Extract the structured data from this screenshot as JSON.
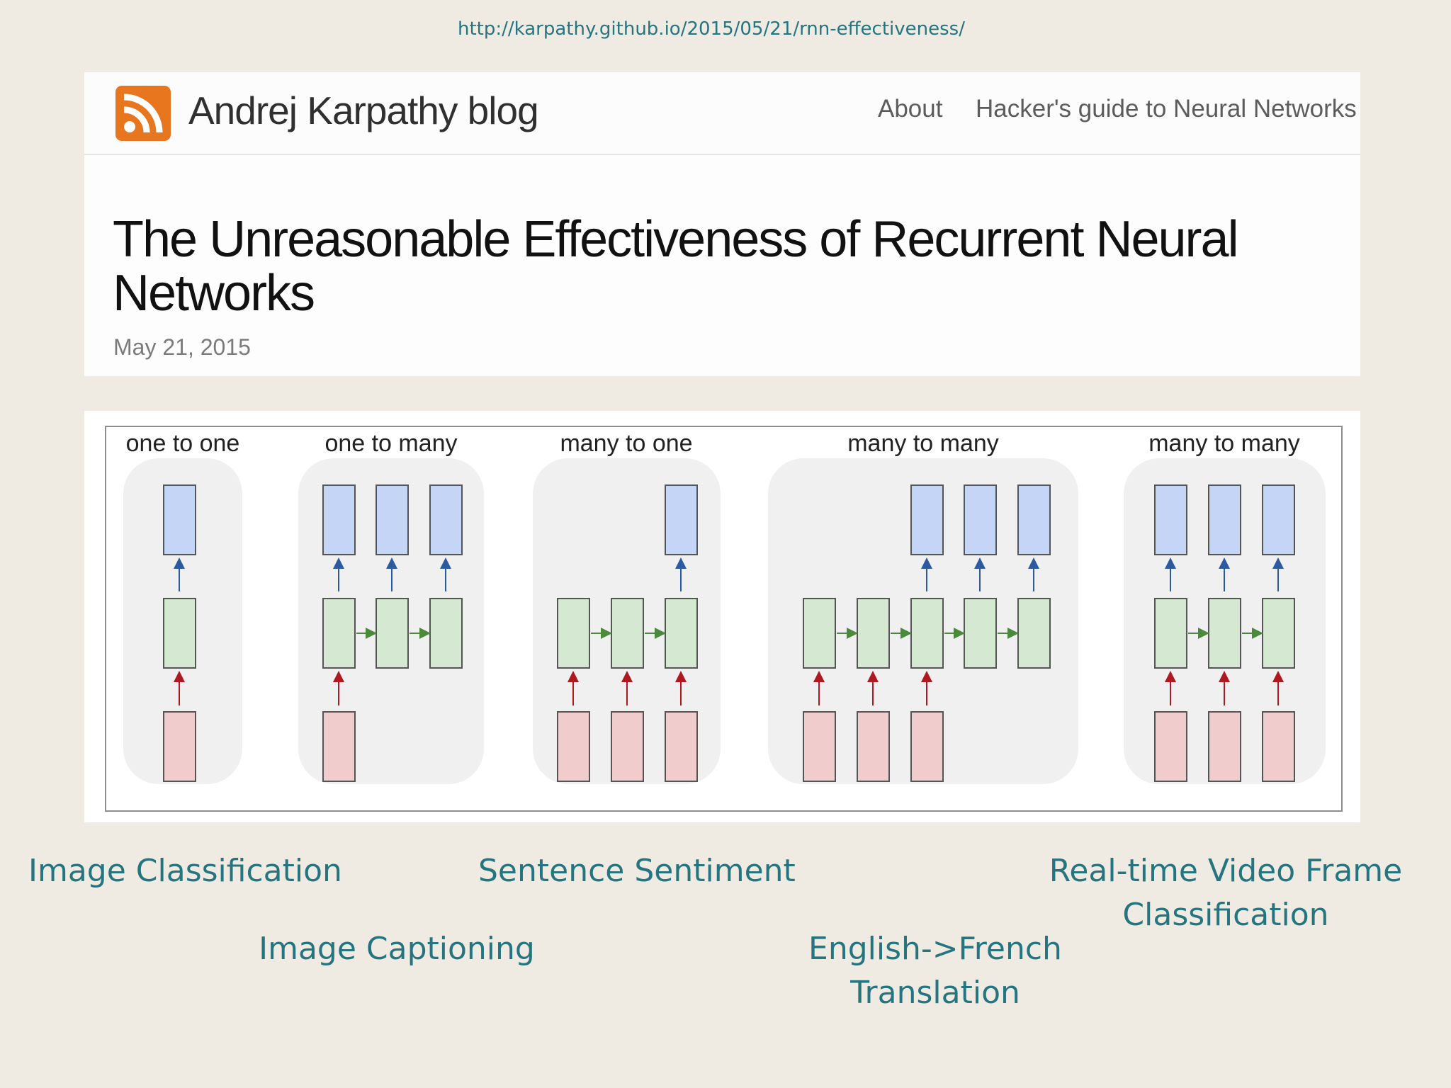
{
  "url": "http://karpathy.github.io/2015/05/21/rnn-effectiveness/",
  "blog": {
    "site_title": "Andrej Karpathy blog",
    "logo_icon": "rss-icon",
    "nav": [
      "About",
      "Hacker's guide to Neural Networks"
    ],
    "post_title": "The Unreasonable Effectiveness of Recurrent Neural Networks",
    "post_date": "May 21, 2015"
  },
  "diagram": {
    "colors": {
      "output": "#c5d5f5",
      "hidden": "#d5e8d2",
      "input": "#f1cccc",
      "up_arrow_out": "#2c5aa0",
      "up_arrow_in": "#b01820",
      "side_arrow": "#4b8a3a"
    },
    "panels": [
      {
        "title": "one to one"
      },
      {
        "title": "one to many"
      },
      {
        "title": "many to one"
      },
      {
        "title": "many to many"
      },
      {
        "title": "many to many"
      }
    ]
  },
  "applications": [
    {
      "label": "Image Classification"
    },
    {
      "label": "Image Captioning"
    },
    {
      "label": "Sentence Sentiment"
    },
    {
      "label": "English->French Translation"
    },
    {
      "label": "Real-time Video Frame Classification"
    }
  ]
}
